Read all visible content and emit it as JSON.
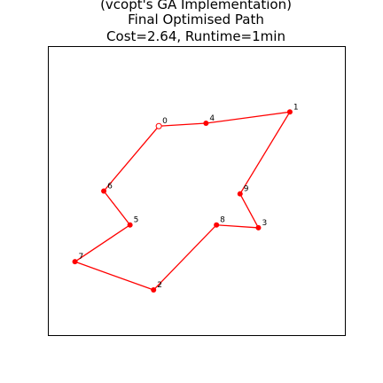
{
  "chart_data": {
    "type": "line",
    "title_lines": [
      "(vcopt's GA Implementation)",
      "Final Optimised Path",
      "Cost=2.64, Runtime=1min"
    ],
    "xlabel": "",
    "ylabel": "",
    "axes_ticks_visible": false,
    "grid": false,
    "series": [
      {
        "color": "#ff0000",
        "marker_color": "#ff0000",
        "start_marker_fill": "#ffffff",
        "path_order": [
          0,
          4,
          1,
          9,
          3,
          8,
          2,
          7,
          5,
          6,
          0
        ],
        "nodes": [
          {
            "label": "0",
            "x": 0.38,
            "y": 0.69
          },
          {
            "label": "1",
            "x": 0.88,
            "y": 0.74
          },
          {
            "label": "2",
            "x": 0.36,
            "y": 0.11
          },
          {
            "label": "3",
            "x": 0.76,
            "y": 0.33
          },
          {
            "label": "4",
            "x": 0.56,
            "y": 0.7
          },
          {
            "label": "5",
            "x": 0.27,
            "y": 0.34
          },
          {
            "label": "6",
            "x": 0.17,
            "y": 0.46
          },
          {
            "label": "7",
            "x": 0.06,
            "y": 0.21
          },
          {
            "label": "8",
            "x": 0.6,
            "y": 0.34
          },
          {
            "label": "9",
            "x": 0.69,
            "y": 0.45
          }
        ]
      }
    ],
    "xlim": [
      -0.04,
      1.09
    ],
    "ylim": [
      -0.05,
      0.97
    ]
  }
}
